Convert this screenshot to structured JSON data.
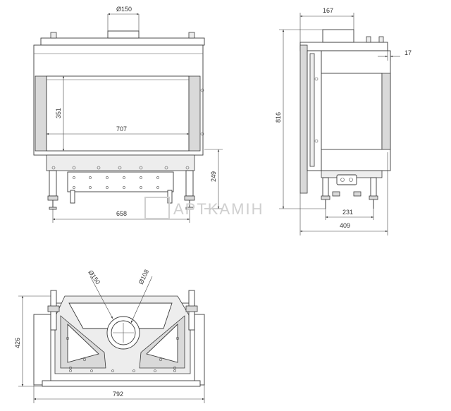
{
  "front_view": {
    "flue_diameter": "Ø150",
    "glass_height": "351",
    "glass_width": "707",
    "leg_height": "249",
    "base_width": "658"
  },
  "side_view": {
    "flue_offset": "167",
    "top_offset": "17",
    "total_height": "816",
    "leg_span": "231",
    "total_depth": "409"
  },
  "top_view": {
    "flue_outer_diameter": "Ø150",
    "flue_inner_diameter": "Ø108",
    "depth": "426",
    "total_width": "792"
  },
  "watermark": "APTKAMIH"
}
